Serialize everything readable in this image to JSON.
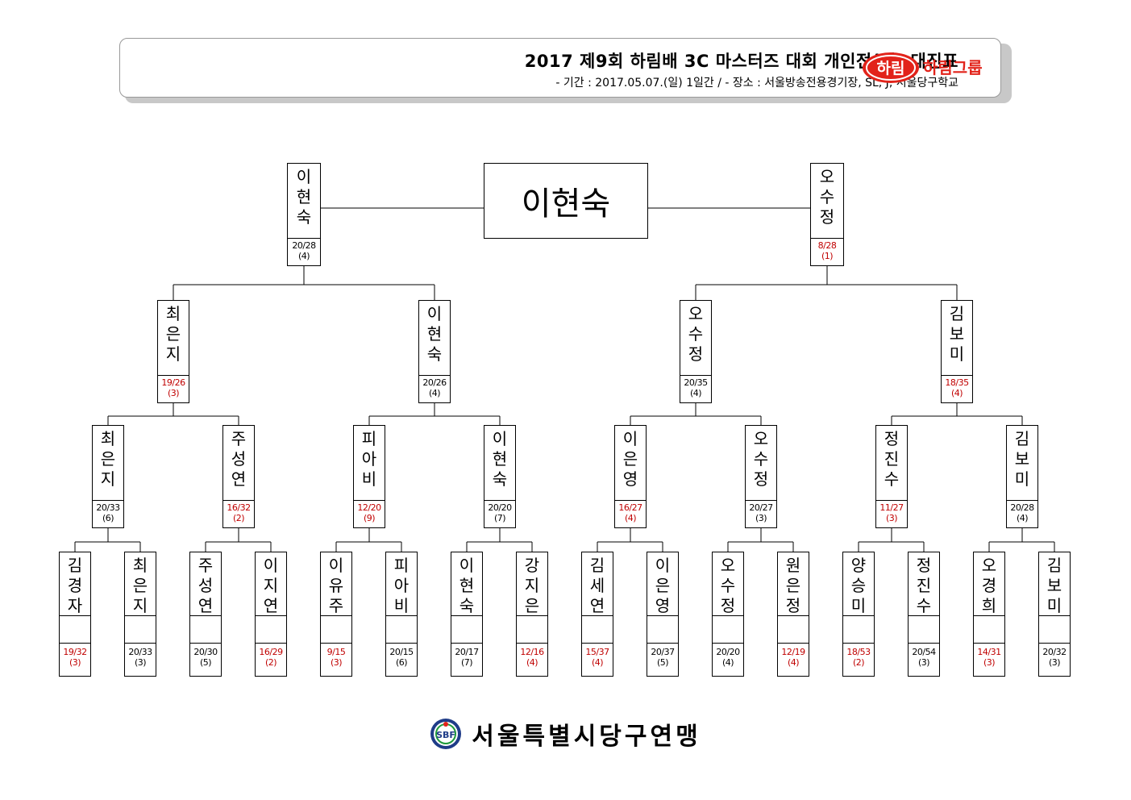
{
  "header": {
    "title": "2017 제9회 하림배 3C 마스터즈 대회 개인전(여) 대진표",
    "subtitle": "- 기간 : 2017.05.07.(일) 1일간 / - 장소 : 서울방송전용경기장, SL, J, 서울당구학교",
    "logo_badge": "하림",
    "logo_text": "하림그룹",
    "brand_color": "#e2231a"
  },
  "champion": "이현숙",
  "bracket": {
    "final": [
      {
        "name": "이현숙",
        "score": "20/28",
        "rank": "(4)",
        "highlight": false
      },
      {
        "name": "오수정",
        "score": "8/28",
        "rank": "(1)",
        "highlight": true
      }
    ],
    "semifinal": [
      {
        "name": "최은지",
        "score": "19/26",
        "rank": "(3)",
        "highlight": true
      },
      {
        "name": "이현숙",
        "score": "20/26",
        "rank": "(4)",
        "highlight": false
      },
      {
        "name": "오수정",
        "score": "20/35",
        "rank": "(4)",
        "highlight": false
      },
      {
        "name": "김보미",
        "score": "18/35",
        "rank": "(4)",
        "highlight": true
      }
    ],
    "quarterfinal": [
      {
        "name": "최은지",
        "score": "20/33",
        "rank": "(6)",
        "highlight": false
      },
      {
        "name": "주성연",
        "score": "16/32",
        "rank": "(2)",
        "highlight": true
      },
      {
        "name": "피아비",
        "score": "12/20",
        "rank": "(9)",
        "highlight": true
      },
      {
        "name": "이현숙",
        "score": "20/20",
        "rank": "(7)",
        "highlight": false
      },
      {
        "name": "이은영",
        "score": "16/27",
        "rank": "(4)",
        "highlight": true
      },
      {
        "name": "오수정",
        "score": "20/27",
        "rank": "(3)",
        "highlight": false
      },
      {
        "name": "정진수",
        "score": "11/27",
        "rank": "(3)",
        "highlight": true
      },
      {
        "name": "김보미",
        "score": "20/28",
        "rank": "(4)",
        "highlight": false
      }
    ],
    "round16": [
      {
        "name": "김경자",
        "score": "19/32",
        "rank": "(3)",
        "highlight": true
      },
      {
        "name": "최은지",
        "score": "20/33",
        "rank": "(3)",
        "highlight": false
      },
      {
        "name": "주성연",
        "score": "20/30",
        "rank": "(5)",
        "highlight": false
      },
      {
        "name": "이지연",
        "score": "16/29",
        "rank": "(2)",
        "highlight": true
      },
      {
        "name": "이유주",
        "score": "9/15",
        "rank": "(3)",
        "highlight": true
      },
      {
        "name": "피아비",
        "score": "20/15",
        "rank": "(6)",
        "highlight": false
      },
      {
        "name": "이현숙",
        "score": "20/17",
        "rank": "(7)",
        "highlight": false
      },
      {
        "name": "강지은",
        "score": "12/16",
        "rank": "(4)",
        "highlight": true
      },
      {
        "name": "김세연",
        "score": "15/37",
        "rank": "(4)",
        "highlight": true
      },
      {
        "name": "이은영",
        "score": "20/37",
        "rank": "(5)",
        "highlight": false
      },
      {
        "name": "오수정",
        "score": "20/20",
        "rank": "(4)",
        "highlight": false
      },
      {
        "name": "원은정",
        "score": "12/19",
        "rank": "(4)",
        "highlight": true
      },
      {
        "name": "양승미",
        "score": "18/53",
        "rank": "(2)",
        "highlight": true
      },
      {
        "name": "정진수",
        "score": "20/54",
        "rank": "(3)",
        "highlight": false
      },
      {
        "name": "오경희",
        "score": "14/31",
        "rank": "(3)",
        "highlight": true
      },
      {
        "name": "김보미",
        "score": "20/32",
        "rank": "(3)",
        "highlight": false
      }
    ]
  },
  "footer": {
    "org_name": "서울특별시당구연맹",
    "emblem_text": "SBF"
  }
}
